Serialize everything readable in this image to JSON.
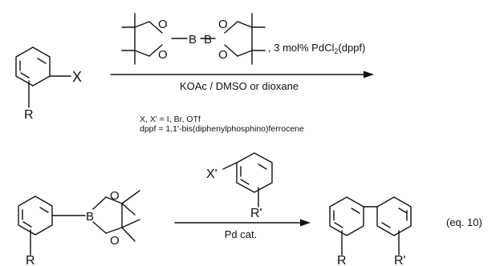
{
  "reaction1": {
    "substituent_x": "X",
    "substituent_r": "R",
    "boron_1": "B",
    "boron_2": "B",
    "oxygens": [
      "O",
      "O",
      "O",
      "O"
    ],
    "catalyst_text": ", 3 mol% PdCl",
    "catalyst_subscript": "2",
    "catalyst_tail": "(dppf)",
    "conditions_below": "KOAc / DMSO or dioxane"
  },
  "notes": {
    "line1": "X, X' = I, Br, OTf",
    "line2": "dppf = 1,1'-bis(diphenylphosphino)ferrocene"
  },
  "reaction2": {
    "reagent_x": "X'",
    "reagent_r": "R'",
    "boronate_b": "B",
    "boronate_o_top": "O",
    "boronate_o_bottom": "O",
    "boronate_r": "R",
    "catalyst": "Pd cat.",
    "product_r_left": "R",
    "product_r_right": "R'",
    "equation_label": "(eq. 10)"
  }
}
